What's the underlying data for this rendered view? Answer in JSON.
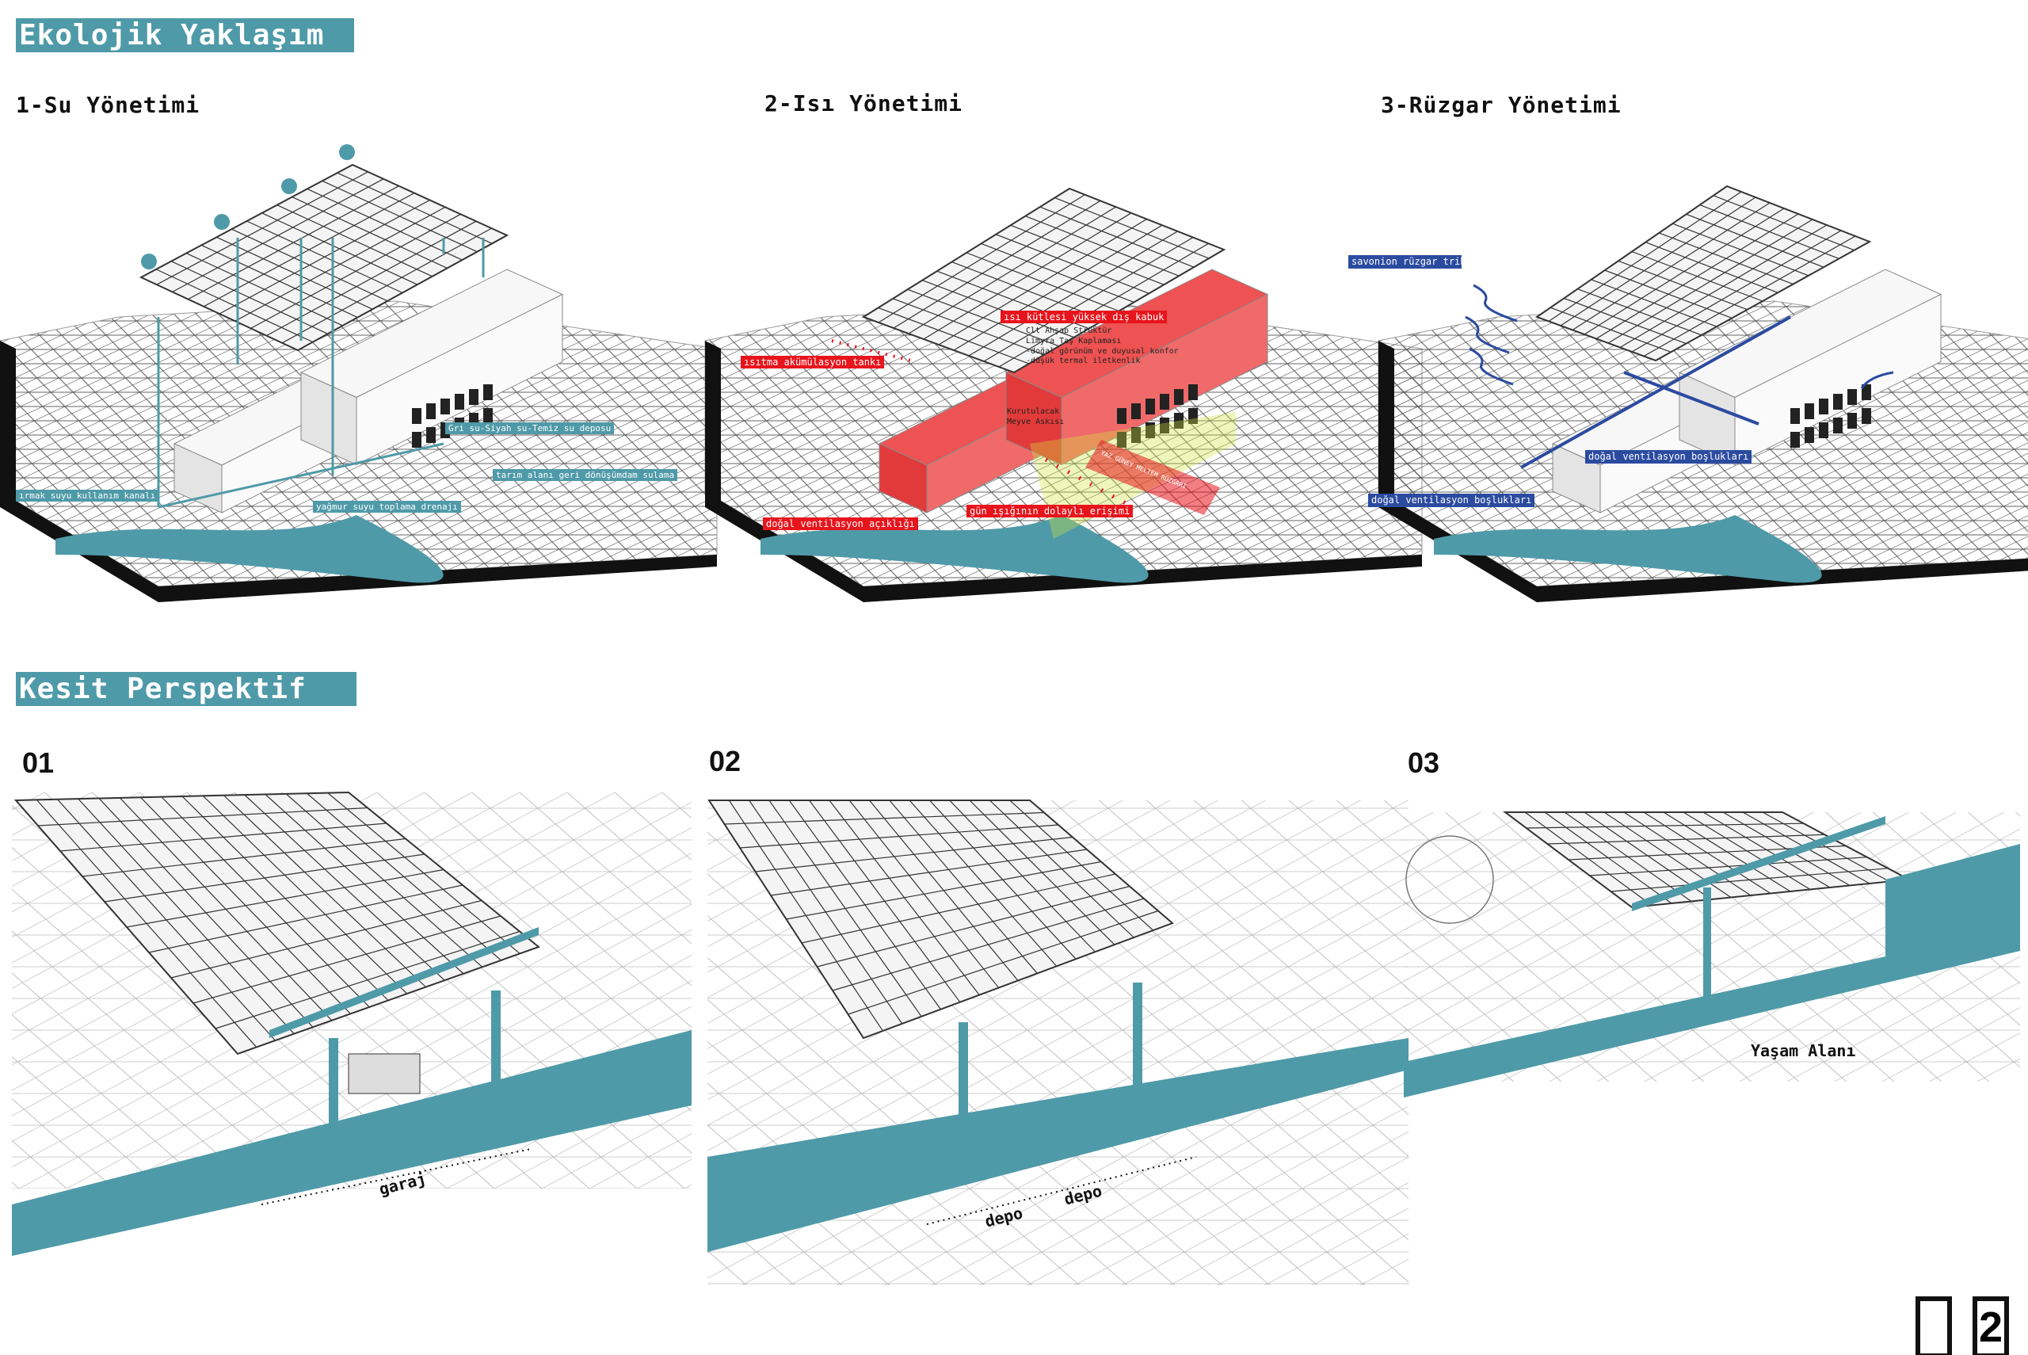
{
  "header": {
    "title": "Ekolojik Yaklaşım"
  },
  "diagrams": [
    {
      "title": "1-Su Yönetimi",
      "labels": [
        "Gri su-Siyah su-Temiz su deposu",
        "tarım alanı geri dönüşümdam sulama",
        "ırmak suyu kullanım kanalı",
        "yağmur suyu toplama drenajı"
      ]
    },
    {
      "title": "2-Isı Yönetimi",
      "labels": [
        "ısı kütlesi yüksek dış kabuk",
        "ısıtma akümülasyon tankı",
        "gün ışığının dolaylı erişimi",
        "doğal ventilasyon açıklığı"
      ],
      "notes": [
        "Clt Ahşap Strüktür",
        "Limyra Taş Kaplaması",
        "-doğal görünüm ve duyusal konfor",
        "-düşük termal iletkenlik",
        "Kurutulacak",
        "Meyve Askısı"
      ],
      "band_label": "YAZ GÜNEY MELTEM RÜZGARI"
    },
    {
      "title": "3-Rüzgar Yönetimi",
      "labels": [
        "savonion rüzgar tribünü",
        "doğal ventilasyon boşlukları",
        "doğal ventilasyon boşlukları"
      ]
    }
  ],
  "section_header": {
    "title": "Kesit Perspektif"
  },
  "sections": [
    {
      "number": "01",
      "labels": [
        "garaj"
      ]
    },
    {
      "number": "02",
      "labels": [
        "depo",
        "depo"
      ]
    },
    {
      "number": "03",
      "labels": [
        "Yaşam Alanı"
      ]
    }
  ],
  "page_number": "2",
  "colors": {
    "teal": "#4f9aa8",
    "red": "#e8141c",
    "blue": "#2b4ba0"
  }
}
